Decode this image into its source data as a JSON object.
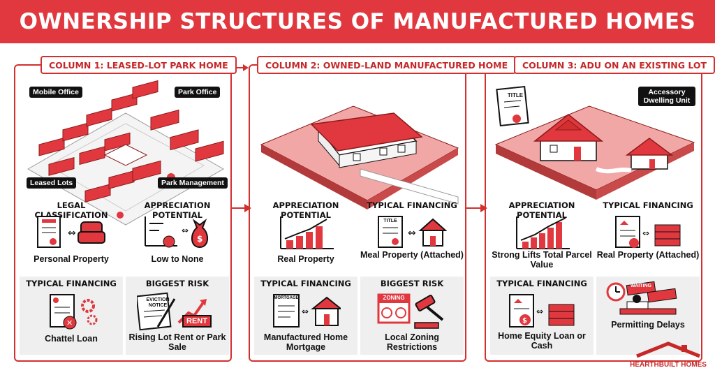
{
  "title": "OWNERSHIP STRUCTURES OF MANUFACTURED HOMES",
  "colors": {
    "accent": "#e0383e",
    "dark": "#111111",
    "panel": "#efefef"
  },
  "columns": [
    {
      "header": "COLUMN 1: LEASED-LOT PARK HOME",
      "tags": [
        "Mobile Office",
        "Park Office",
        "Leased Lots",
        "Park Management"
      ],
      "cells": [
        {
          "title": "LEGAL CLASSIFICATION",
          "value": "Personal Property",
          "icon": "title-to-chair-icon"
        },
        {
          "title": "APPRECIATION POTENTIAL",
          "value": "Low to None",
          "icon": "declining-chart-icon"
        },
        {
          "title": "TYPICAL FINANCING",
          "value": "Chattel Loan",
          "icon": "loan-doc-gears-icon"
        },
        {
          "title": "BIGGEST RISK",
          "value": "Rising Lot Rent or Park Sale",
          "icon": "eviction-notice-icon",
          "notice": "EVICTION NOTICE",
          "sign": "RENT"
        }
      ]
    },
    {
      "header": "COLUMN 2: OWNED-LAND MANUFACTURED HOME",
      "cells": [
        {
          "title": "APPRECIATION POTENTIAL",
          "value": "Real Property",
          "icon": "rising-chart-icon"
        },
        {
          "title": "TYPICAL FINANCING",
          "value": "Meal Property (Attached)",
          "icon": "title-to-house-icon",
          "doc": "TITLE"
        },
        {
          "title": "TYPICAL FINANCING",
          "value": "Manufactured Home Mortgage",
          "icon": "mortgage-doc-icon",
          "doc": "MORTGAGE"
        },
        {
          "title": "BIGGEST RISK",
          "value": "Local Zoning Restrictions",
          "icon": "zoning-gavel-icon",
          "sign": "ZONING"
        }
      ]
    },
    {
      "header": "COLUMN 3: ADU ON AN EXISTING LOT",
      "tags": [
        "Accessory Dwelling Unit"
      ],
      "doc": "TITLE",
      "cells": [
        {
          "title": "APPRECIATION POTENTIAL",
          "value": "Strong Lifts Total Parcel Value",
          "icon": "rising-chart-icon"
        },
        {
          "title": "TYPICAL FINANCING",
          "value": "Real Property (Attached)",
          "icon": "doc-cash-icon"
        },
        {
          "title": "TYPICAL FINANCING",
          "value": "Home Equity Loan or Cash",
          "icon": "equity-doc-cash-icon"
        },
        {
          "title": "",
          "value": "Permitting Delays",
          "icon": "waiting-desk-icon",
          "sign": "WAITING"
        }
      ]
    }
  ],
  "brand": "HEARTHBUILT HOMES"
}
